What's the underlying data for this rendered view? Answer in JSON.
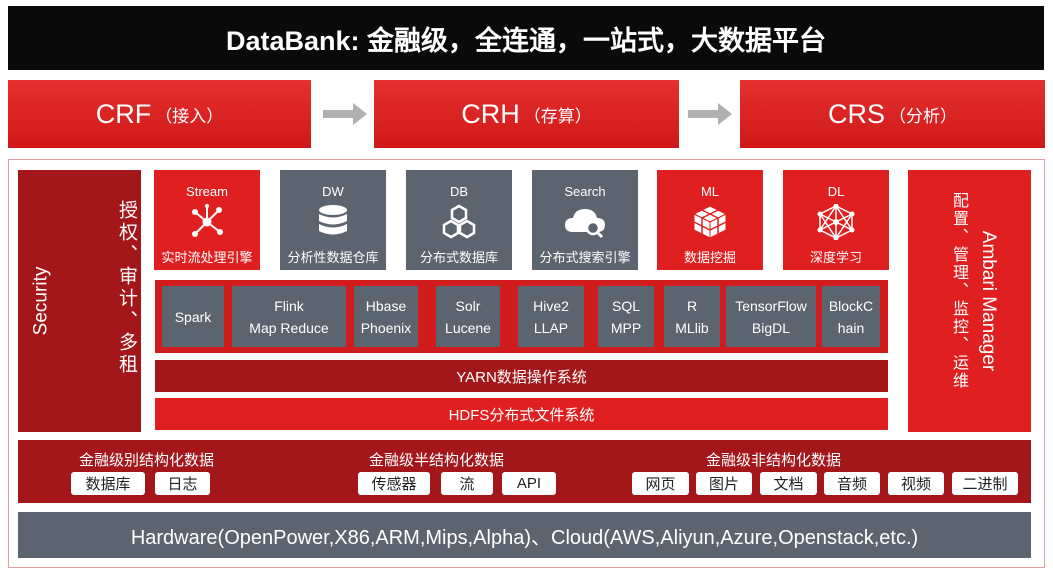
{
  "title": "DataBank: 金融级，全连通，一站式，大数据平台",
  "pipeline": [
    {
      "name": "CRF",
      "sub": "（接入）"
    },
    {
      "name": "CRH",
      "sub": "（存算）"
    },
    {
      "name": "CRS",
      "sub": "（分析）"
    }
  ],
  "security": {
    "title": "Security",
    "sub": "授权、审计、多租"
  },
  "ambari": {
    "title": "Ambari Manager",
    "sub": "配置、管理、监控、运维"
  },
  "components": [
    {
      "name": "Stream",
      "desc": "实时流处理引擎",
      "icon": "network-nodes-icon"
    },
    {
      "name": "DW",
      "desc": "分析性数据仓库",
      "icon": "database-icon"
    },
    {
      "name": "DB",
      "desc": "分布式数据库",
      "icon": "hexagons-icon"
    },
    {
      "name": "Search",
      "desc": "分布式搜索引擎",
      "icon": "cloud-search-icon"
    },
    {
      "name": "ML",
      "desc": "数据挖掘",
      "icon": "cubes-icon"
    },
    {
      "name": "DL",
      "desc": "深度学习",
      "icon": "neural-net-icon"
    }
  ],
  "engines": [
    {
      "line1": "Spark",
      "line2": ""
    },
    {
      "line1": "Flink",
      "line2": "Map Reduce"
    },
    {
      "line1": "Hbase",
      "line2": "Phoenix"
    },
    {
      "line1": "Solr",
      "line2": "Lucene"
    },
    {
      "line1": "Hive2",
      "line2": "LLAP"
    },
    {
      "line1": "SQL",
      "line2": "MPP"
    },
    {
      "line1": "R",
      "line2": "MLlib"
    },
    {
      "line1": "TensorFlow",
      "line2": "BigDL"
    },
    {
      "line1": "BlockC",
      "line2": "hain"
    }
  ],
  "yarn": "YARN数据操作系统",
  "hdfs": "HDFS分布式文件系统",
  "data_groups": [
    {
      "title": "金融级别结构化数据",
      "items": [
        "数据库",
        "日志"
      ]
    },
    {
      "title": "金融级半结构化数据",
      "items": [
        "传感器",
        "流",
        "API"
      ]
    },
    {
      "title": "金融级非结构化数据",
      "items": [
        "网页",
        "图片",
        "文档",
        "音频",
        "视频",
        "二进制"
      ]
    }
  ],
  "hardware": "Hardware(OpenPower,X86,ARM,Mips,Alpha)、Cloud(AWS,Aliyun,Azure,Openstack,etc.)",
  "colors": {
    "red": "#e02020",
    "dark_red": "#a3161a",
    "gray": "#5c6470",
    "black": "#0a0a0a"
  }
}
